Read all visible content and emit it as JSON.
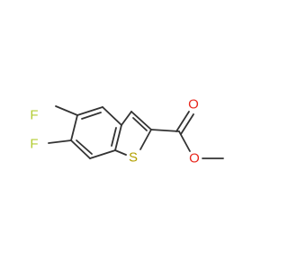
{
  "structure": {
    "atoms": {
      "F1": "F",
      "F2": "F",
      "S": "S",
      "O1": "O",
      "O2": "O"
    },
    "colors": {
      "fluorine": "#b3cc33",
      "sulfur": "#b3a000",
      "oxygen": "#e8281e",
      "bond": "#333333"
    }
  }
}
